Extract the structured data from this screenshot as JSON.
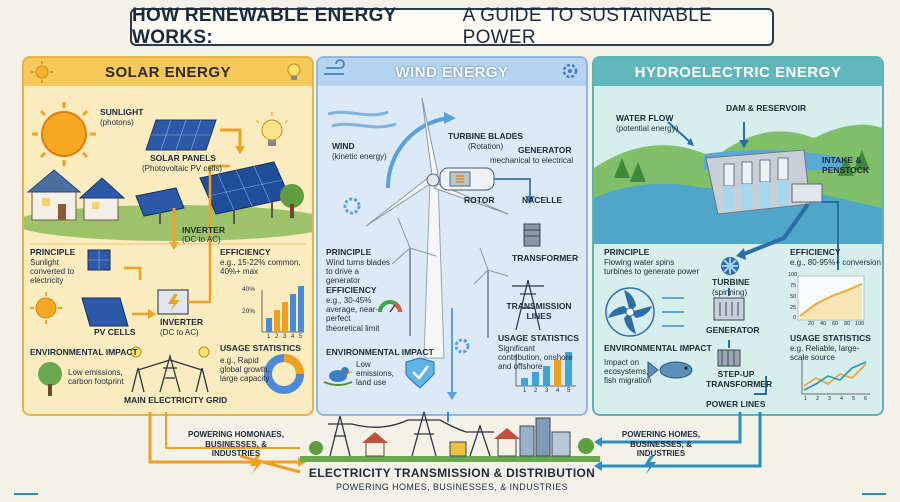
{
  "title": {
    "bold": "HOW RENEWABLE ENERGY WORKS:",
    "rest": " A GUIDE TO SUSTAINABLE POWER"
  },
  "solar": {
    "heading": "SOLAR ENERGY",
    "sunlight": "SUNLIGHT",
    "sunlight_sub": "(photons)",
    "panels": "SOLAR PANELS",
    "panels_sub": "(Photovoltaic PV cells)",
    "inverter_top": "INVERTER",
    "inverter_top_sub": "(DC to AC)",
    "principle": "PRINCIPLE",
    "principle_text": "Sunlight converted to electricity",
    "efficiency": "EFFICIENCY",
    "efficiency_text": "e.g., 15-22% common, 40%+ max",
    "pv_cells": "PV CELLS",
    "inverter": "INVERTER",
    "inverter_sub": "(DC to AC)",
    "env": "ENVIRONMENTAL IMPACT",
    "env_text": "Low emissions, carbon footprint",
    "usage": "USAGE STATISTICS",
    "usage_text": "e.g., Rapid global growth, large capacity",
    "grid": "MAIN ELECTRICITY GRID",
    "chart_ticks": [
      "40%",
      "20%"
    ],
    "chart_x": [
      "1",
      "2",
      "3",
      "4",
      "5"
    ]
  },
  "wind": {
    "heading": "WIND ENERGY",
    "wind": "WIND",
    "wind_sub": "(kinetic energy)",
    "blades": "TURBINE BLADES",
    "blades_sub": "(Rotation)",
    "generator": "GENERATOR",
    "generator_sub": "mechanical to electrical",
    "rotor": "ROTOR",
    "nacelle": "NACELLE",
    "transformer": "TRANSFORMER",
    "principle": "PRINCIPLE",
    "principle_text": "Wind turns blades to drive a generator",
    "efficiency": "EFFICIENCY",
    "efficiency_text": "e.g., 30-45% average, near-perfect theoretical limit",
    "transmission": "TRANSMISSION LINES",
    "env": "ENVIRONMENTAL IMPACT",
    "env_text": "Low emissions, land use",
    "usage": "USAGE STATISTICS",
    "usage_text": "Significant contribution, onshore and offshore",
    "chart_x": [
      "1",
      "2",
      "3",
      "4",
      "5"
    ]
  },
  "hydro": {
    "heading": "HYDROELECTRIC ENERGY",
    "water": "WATER FLOW",
    "water_sub": "(potential energy)",
    "dam": "DAM & RESERVOIR",
    "intake": "INTAKE & PENSTOCK",
    "principle": "PRINCIPLE",
    "principle_text": "Flowing water spins turbines to generate power",
    "efficiency": "EFFICIENCY",
    "efficiency_text": "e.g., 80-95%+ conversion",
    "turbine": "TURBINE",
    "turbine_sub": "(spinning)",
    "generator": "GENERATOR",
    "usage": "USAGE STATISTICS",
    "usage_text": "e.g. Reliable, large-scale source",
    "env": "ENVIRONMENTAL IMPACT",
    "env_text": "Impact on ecosystems, fish migration",
    "stepup": "STEP-UP TRANSFORMER",
    "powerlines": "POWER LINES",
    "eff_ticks": [
      "100",
      "75",
      "50",
      "25",
      "0"
    ],
    "eff_x": [
      "20",
      "40",
      "60",
      "80",
      "100"
    ],
    "use_x": [
      "1",
      "2",
      "3",
      "4",
      "5",
      "6"
    ]
  },
  "bottom": {
    "left_powering": "POWERING HOMONAES, BUSINESSES, & INDUSTRIES",
    "right_powering": "POWERING HOMES, BUSINESSES, & INDUSTRIES",
    "title": "ELECTRICITY TRANSMISSION & DISTRIBUTION",
    "subtitle": "POWERING HOMES, BUSINESSES, & INDUSTRIES"
  }
}
